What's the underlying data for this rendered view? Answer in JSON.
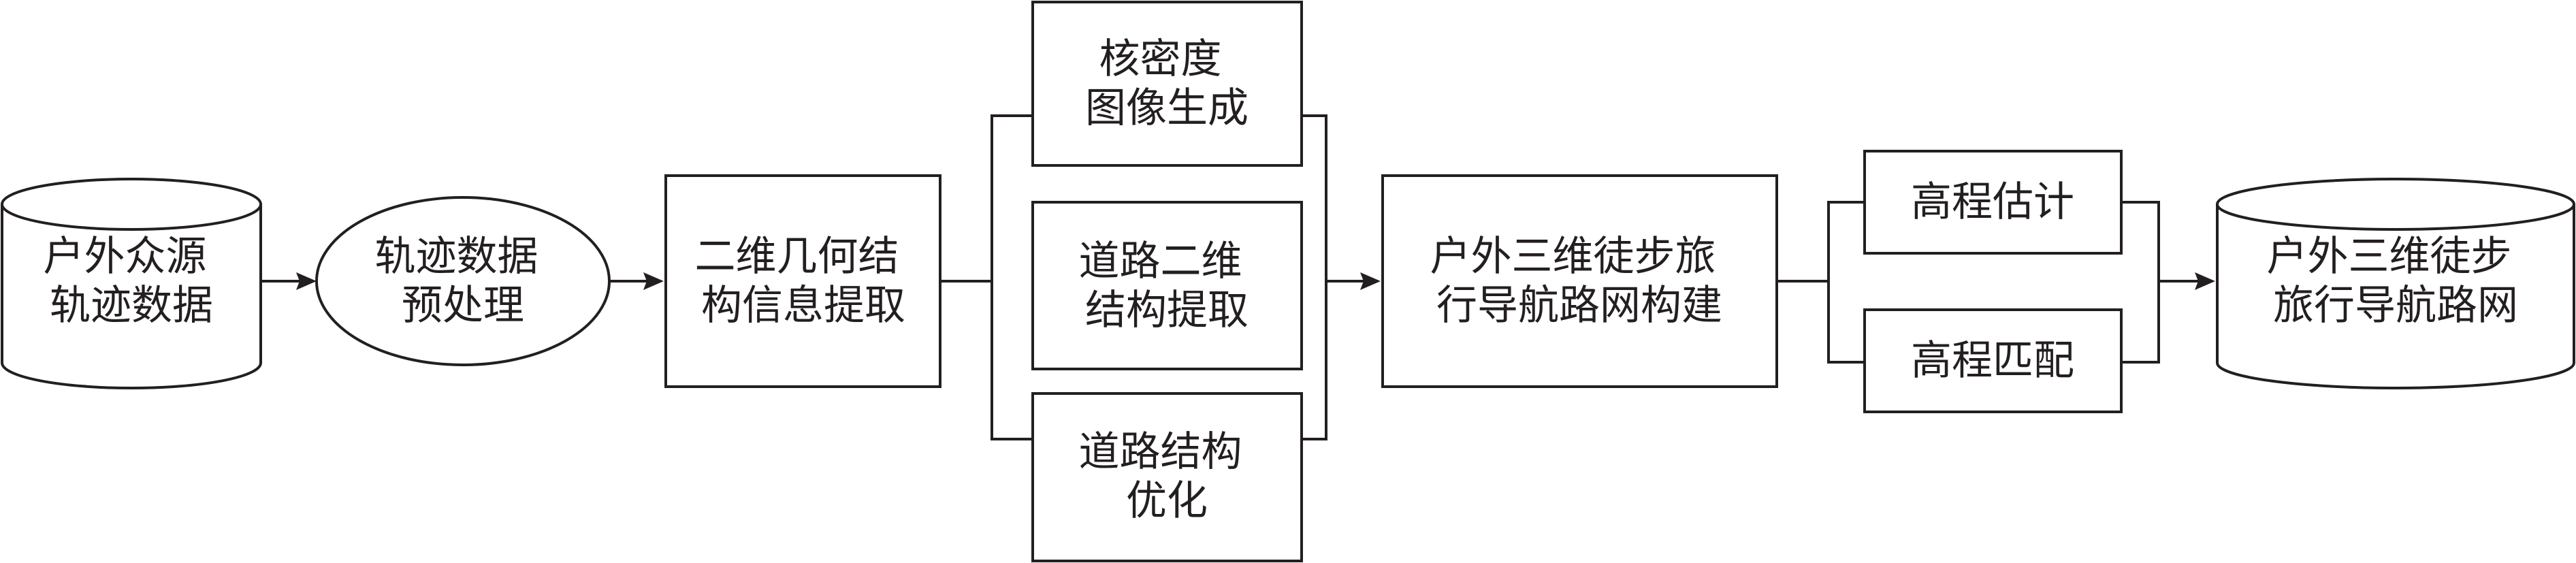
{
  "nodes": {
    "source_db": {
      "lines": [
        "户外众源",
        "轨迹数据"
      ]
    },
    "preprocess": {
      "lines": [
        "轨迹数据",
        "预处理"
      ]
    },
    "extract2d": {
      "lines": [
        "二维几何结",
        "构信息提取"
      ]
    },
    "kde": {
      "lines": [
        "核密度",
        "图像生成"
      ]
    },
    "road2d": {
      "lines": [
        "道路二维",
        "结构提取"
      ]
    },
    "optimize": {
      "lines": [
        "道路结构",
        "优化"
      ]
    },
    "build3d": {
      "lines": [
        "户外三维徒步旅",
        "行导航路网构建"
      ]
    },
    "elev_est": {
      "lines": [
        "高程估计"
      ]
    },
    "elev_match": {
      "lines": [
        "高程匹配"
      ]
    },
    "result_db": {
      "lines": [
        "户外三维徒步",
        "旅行导航路网"
      ]
    }
  }
}
